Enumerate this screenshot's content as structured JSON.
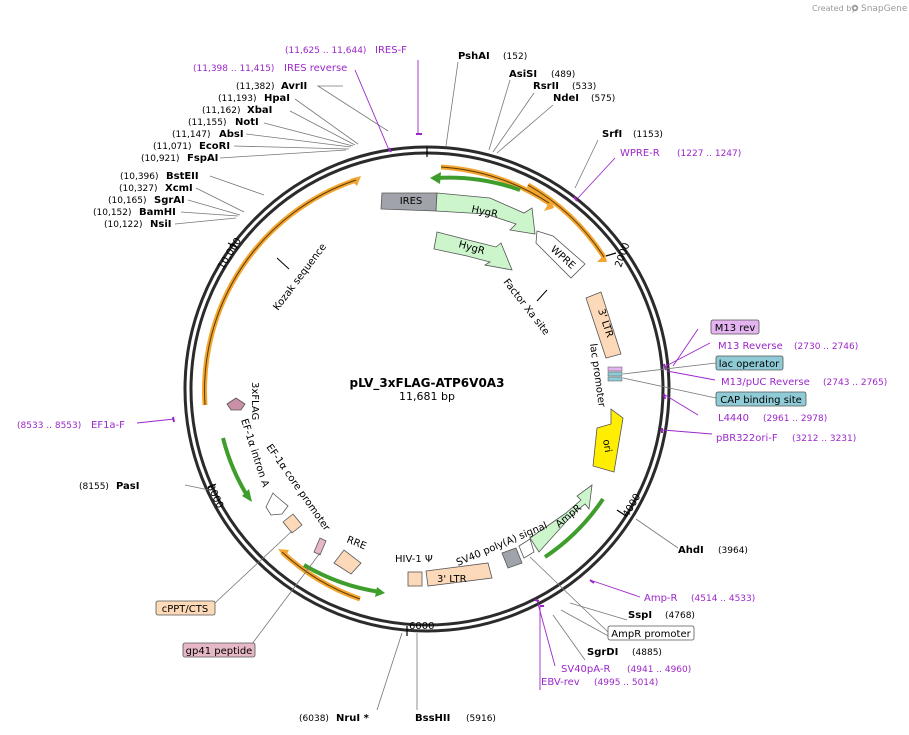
{
  "credit": {
    "text": "Created by",
    "brand": "SnapGene"
  },
  "plasmid": {
    "name": "pLV_3xFLAG-ATP6V0A3",
    "length": "11,681 bp"
  },
  "ticks": [
    "2000",
    "4000",
    "6000",
    "8000",
    "10,000"
  ],
  "sites_right": [
    {
      "name": "PshAI",
      "pos": "(152)"
    },
    {
      "name": "AsiSI",
      "pos": "(489)"
    },
    {
      "name": "RsrII",
      "pos": "(533)"
    },
    {
      "name": "NdeI",
      "pos": "(575)"
    },
    {
      "name": "SrfI",
      "pos": "(1153)"
    },
    {
      "name": "AhdI",
      "pos": "(3964)"
    },
    {
      "name": "SspI",
      "pos": "(4768)"
    },
    {
      "name": "SgrDI",
      "pos": "(4885)"
    },
    {
      "name": "BssHII",
      "pos": "(5916)"
    }
  ],
  "sites_left": [
    {
      "name": "AvrII",
      "pos": "(11,382)"
    },
    {
      "name": "HpaI",
      "pos": "(11,193)"
    },
    {
      "name": "XbaI",
      "pos": "(11,162)"
    },
    {
      "name": "NotI",
      "pos": "(11,155)"
    },
    {
      "name": "AbsI",
      "pos": "(11,147)"
    },
    {
      "name": "EcoRI",
      "pos": "(11,071)"
    },
    {
      "name": "FspAI",
      "pos": "(10,921)"
    },
    {
      "name": "BstEII",
      "pos": "(10,396)"
    },
    {
      "name": "XcmI",
      "pos": "(10,327)"
    },
    {
      "name": "SgrAI",
      "pos": "(10,165)"
    },
    {
      "name": "BamHI",
      "pos": "(10,152)"
    },
    {
      "name": "NsiI",
      "pos": "(10,122)"
    },
    {
      "name": "PasI",
      "pos": "(8155)"
    },
    {
      "name": "NruI *",
      "pos": "(6038)"
    }
  ],
  "primers": [
    {
      "name": "IRES-F",
      "range": "(11,625 .. 11,644)"
    },
    {
      "name": "IRES reverse",
      "range": "(11,398 .. 11,415)"
    },
    {
      "name": "WPRE-R",
      "range": "(1227 .. 1247)"
    },
    {
      "name": "M13 Reverse",
      "range": "(2730 .. 2746)"
    },
    {
      "name": "M13/pUC Reverse",
      "range": "(2743 .. 2765)"
    },
    {
      "name": "L4440",
      "range": "(2961 .. 2978)"
    },
    {
      "name": "pBR322ori-F",
      "range": "(3212 .. 3231)"
    },
    {
      "name": "EF1a-F",
      "range": "(8533 .. 8553)"
    },
    {
      "name": "Amp-R",
      "range": "(4514 .. 4533)"
    },
    {
      "name": "SV40pA-R",
      "range": "(4941 .. 4960)"
    },
    {
      "name": "EBV-rev",
      "range": "(4995 .. 5014)"
    }
  ],
  "boxed": {
    "m13rev": "M13 rev",
    "lac_operator": "lac operator",
    "cap_site": "CAP binding site",
    "ampr_promoter": "AmpR promoter",
    "cppt": "cPPT/CTS",
    "gp41": "gp41 peptide"
  },
  "features": {
    "ires": "IRES",
    "hygr1": "HygR",
    "hygr2": "HygR",
    "wpre": "WPRE",
    "factor_xa": "Factor Xa site",
    "kozak": "Kozak sequence",
    "ltr3_top": "3' LTR",
    "lac_promoter": "lac promoter",
    "ori": "ori",
    "ampr": "AmpR",
    "sv40": "SV40 poly(A) signal",
    "ltr3_bottom": "3' LTR",
    "hiv": "HIV-1 Ψ",
    "rre": "RRE",
    "ef1a_core": "EF-1α core promoter",
    "ef1a_intron": "EF-1α intron A",
    "flag": "3xFLAG"
  },
  "colors": {
    "primer": "#9c27c9",
    "orange_arc": "#f3a531",
    "green_arc": "#3f9e2b",
    "hygr_fill": "#ccf5cc",
    "ires_fill": "#a0a4aa",
    "ltr_fill": "#fcd9b8",
    "ori_fill": "#ffee00",
    "m13_fill": "#e3b4ef",
    "lac_fill": "#8fcbd6",
    "cppt_fill": "#fcd9b8",
    "gp41_fill": "#e6b8c6"
  }
}
